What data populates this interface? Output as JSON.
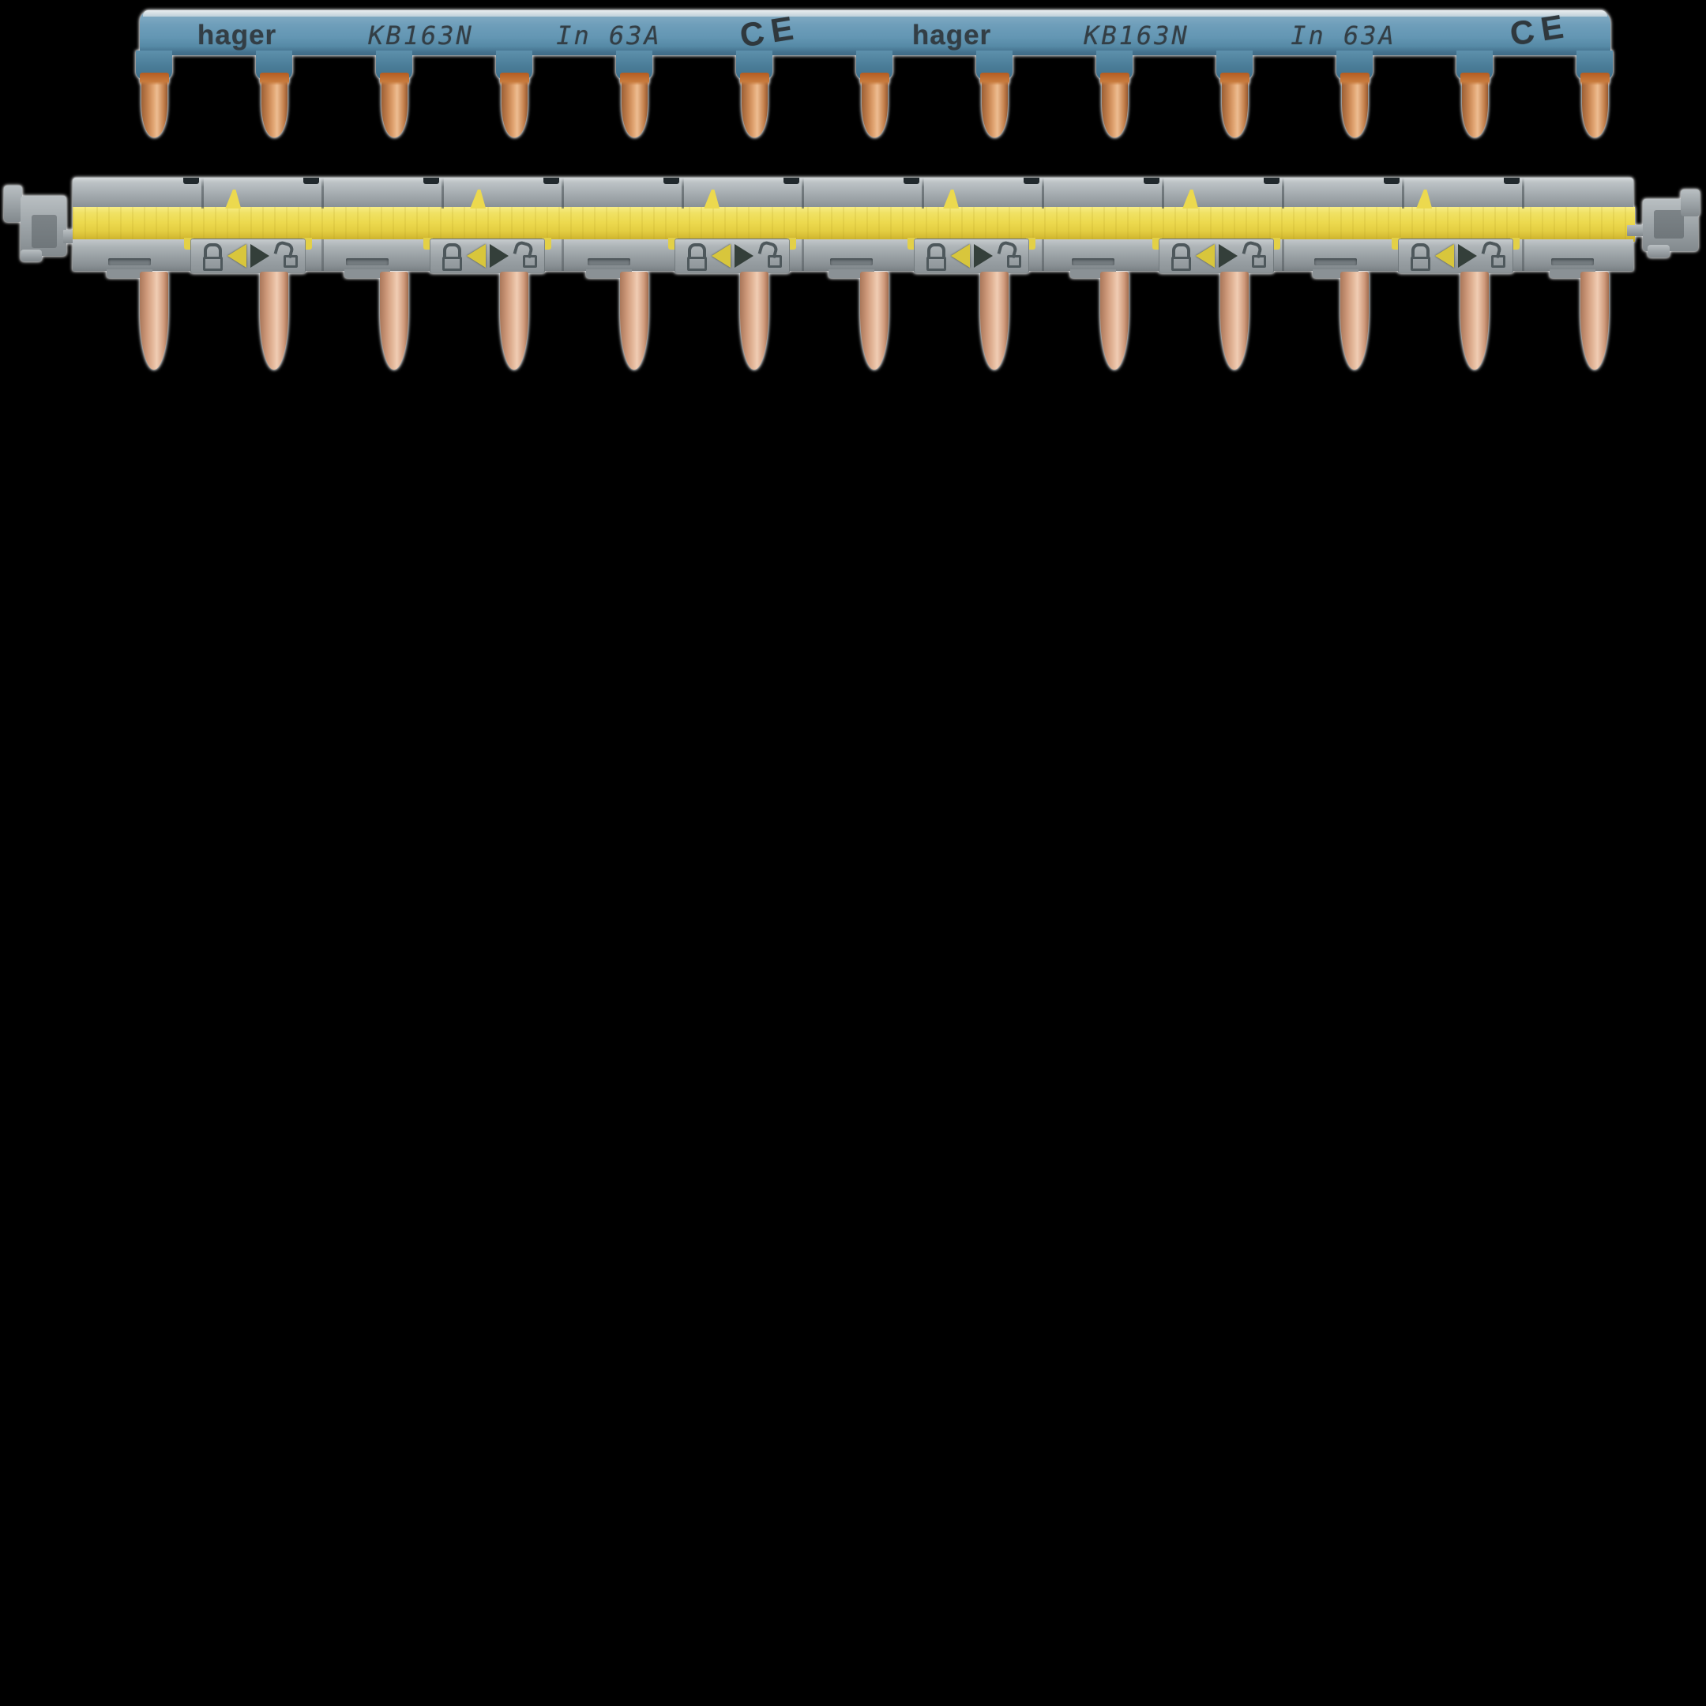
{
  "scene": {
    "description": "Product photo of two Hager comb busbars (pin type) on black background",
    "background_color": "#000000"
  },
  "top_busbar": {
    "name": "Hager KB163N insulated comb busbar, blue with copper pins",
    "pin_count": 13,
    "markings": [
      {
        "kind": "brand",
        "text": "hager"
      },
      {
        "kind": "model",
        "text": "KB163N"
      },
      {
        "kind": "rating",
        "text": "In 63A"
      },
      {
        "kind": "ce",
        "text": "CE"
      },
      {
        "kind": "brand",
        "text": "hager"
      },
      {
        "kind": "model",
        "text": "KB163N"
      },
      {
        "kind": "rating",
        "text": "In 63A"
      },
      {
        "kind": "ce",
        "text": "CE"
      }
    ],
    "colors": {
      "insulation_blue": "#6d9db9",
      "insulation_blue_dark": "#44718d",
      "copper_pin": "#c5824e",
      "print_text": "#333e45"
    }
  },
  "bottom_busbar": {
    "name": "Comb busbar with grey insulation, yellow strip and end clips",
    "pin_count": 13,
    "icon_block_count": 6,
    "icon_blocks": {
      "icons": [
        "lock-closed-icon",
        "triangle-left-icon",
        "triangle-right-icon",
        "lock-open-icon"
      ],
      "triangle_left_color": "#d8c63c",
      "triangle_right_color": "#343f3a"
    },
    "colors": {
      "insulation_grey": "#a8afb3",
      "insulation_yellow": "#ecd94e",
      "copper_pin": "#cf9a7b"
    }
  }
}
